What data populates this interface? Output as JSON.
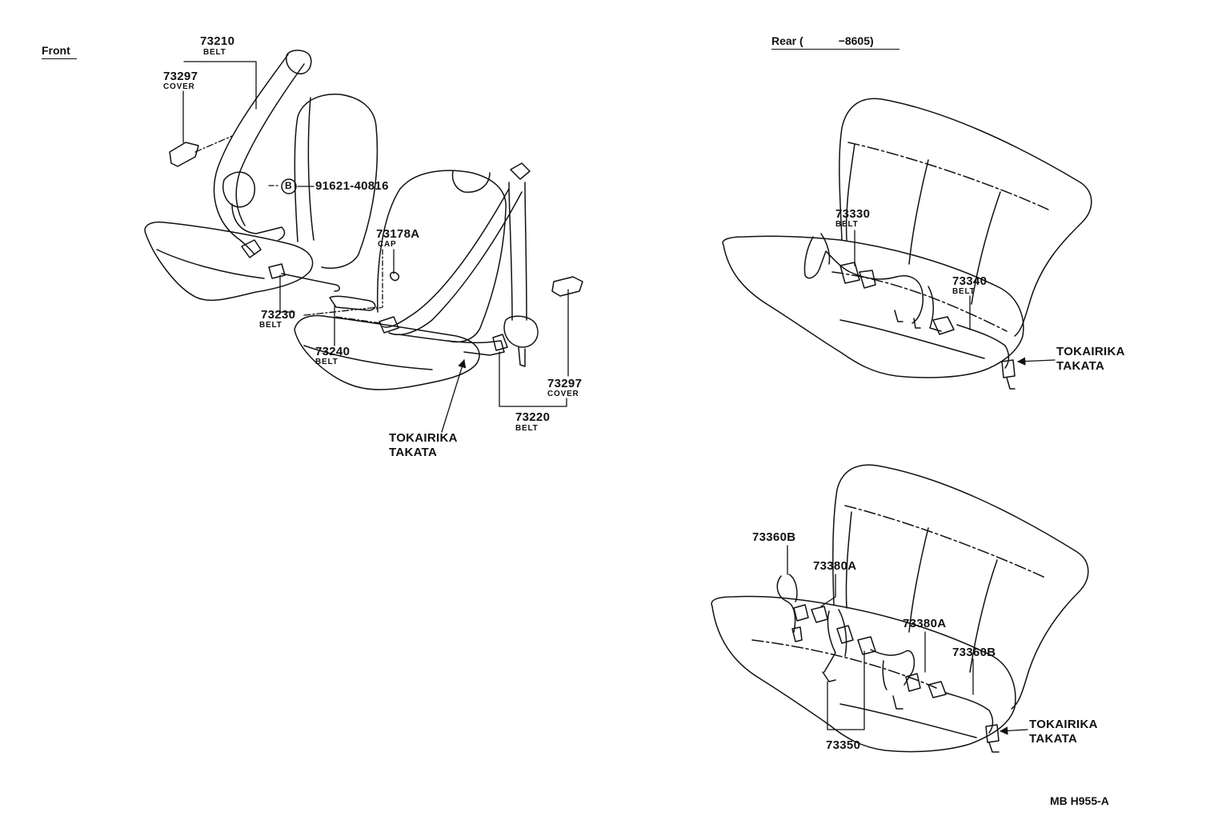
{
  "sections": {
    "front": "Front",
    "rear_prefix": "Rear (",
    "rear_suffix": "−8605)"
  },
  "front": {
    "p73210": {
      "pn": "73210",
      "sub": "BELT"
    },
    "p73297_upper": {
      "pn": "73297",
      "sub": "COVER"
    },
    "p91621": {
      "pn": "91621-40816",
      "marker": "B"
    },
    "p73178A": {
      "pn": "73178A",
      "sub": "CAP"
    },
    "p73230": {
      "pn": "73230",
      "sub": "BELT"
    },
    "p73240": {
      "pn": "73240",
      "sub": "BELT"
    },
    "p73297_lower": {
      "pn": "73297",
      "sub": "COVER"
    },
    "p73220": {
      "pn": "73220",
      "sub": "BELT"
    },
    "maker": {
      "line1": "TOKAIRIKA",
      "line2": "TAKATA"
    }
  },
  "rear_upper": {
    "p73330": {
      "pn": "73330",
      "sub": "BELT"
    },
    "p73340": {
      "pn": "73340",
      "sub": "BELT"
    },
    "maker": {
      "line1": "TOKAIRIKA",
      "line2": "TAKATA"
    }
  },
  "rear_lower": {
    "p73360B_left": "73360B",
    "p73380A_left": "73380A",
    "p73380A_right": "73380A",
    "p73360B_right": "73360B",
    "p73350": "73350",
    "maker": {
      "line1": "TOKAIRIKA",
      "line2": "TAKATA"
    }
  },
  "code": "MB H955-A"
}
